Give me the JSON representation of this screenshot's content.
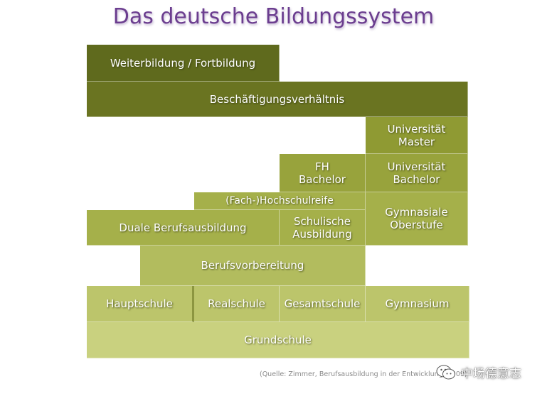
{
  "title": "Das deutsche Bildungssystem",
  "blocks": {
    "weiterbildung": "Weiterbildung / Fortbildung",
    "beschaeftigung": "Beschäftigungsverhältnis",
    "uni_master": "Universität\nMaster",
    "fh_bachelor": "FH\nBachelor",
    "uni_bachelor": "Universität\nBachelor",
    "hochschulreife": "(Fach-)Hochschulreife",
    "gymn_oberstufe": "Gymnasiale\nOberstufe",
    "duale": "Duale Berufsausbildung",
    "schulische": "Schulische\nAusbildung",
    "berufsvorbereitung": "Berufsvorbereitung",
    "hauptschule": "Hauptschule",
    "realschule": "Realschule",
    "gesamtschule": "Gesamtschule",
    "gymnasium": "Gymnasium",
    "grundschule": "Grundschule"
  },
  "source": "(Quelle: Zimmer, Berufsausbildung in der Entwicklung, 2009)",
  "watermark": {
    "text": "中场德意志",
    "icon": "wechat-icon"
  },
  "colors": {
    "title": "#6b3d8f",
    "dark_olive": "#5f6a1d",
    "mid_olive": "#98a33c",
    "light_olive": "#c9d17f"
  }
}
